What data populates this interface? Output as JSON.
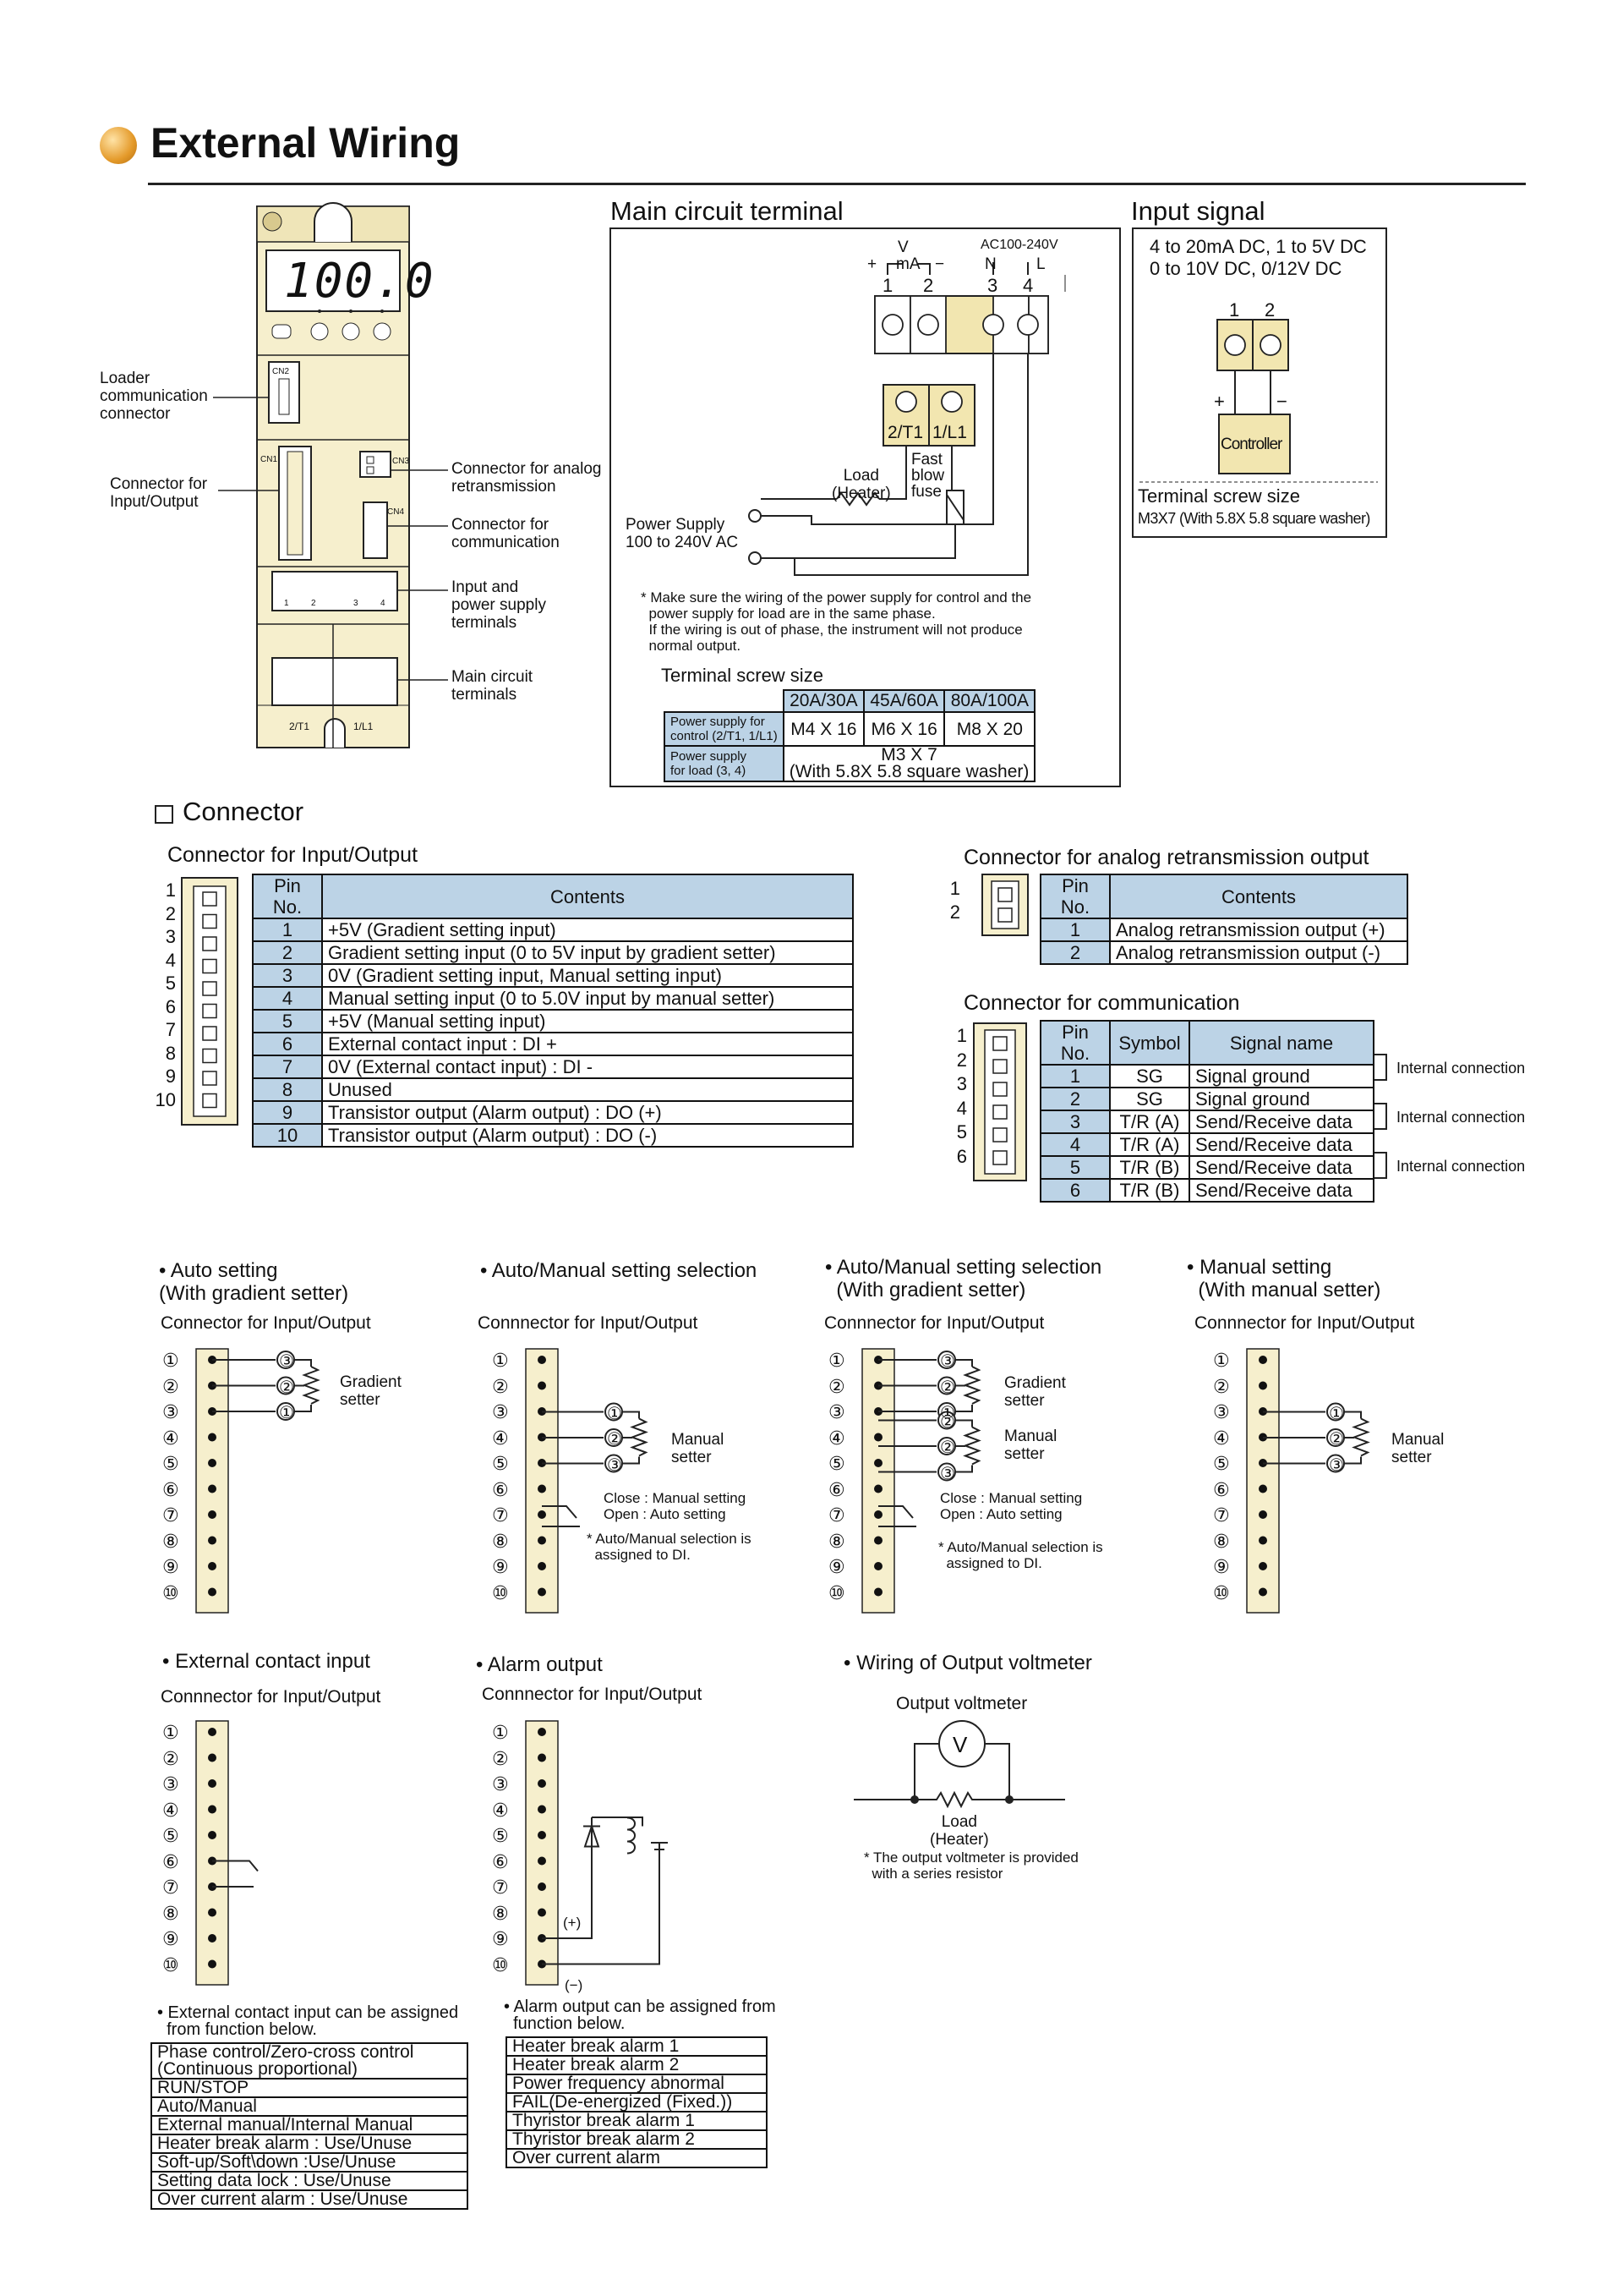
{
  "title": "External Wiring",
  "device": {
    "display": "100.0",
    "cn2": "CN2",
    "cn1": "CN1",
    "cn3": "CN3",
    "cn4": "CN4",
    "terminals_top": [
      "1",
      "2",
      "3",
      "4"
    ],
    "terminals_bottom": [
      "2/T1",
      "1/L1"
    ],
    "callouts": {
      "loader": "Loader\ncommunication\nconnector",
      "io": "Connector for\nInput/Output",
      "analog": "Connector for analog\nretransmission",
      "comm": "Connector for\ncommunication",
      "power": "Input and\npower supply\nterminals",
      "main": "Main circuit\nterminals"
    }
  },
  "main_circuit": {
    "heading": "Main circuit terminal",
    "v_label": "V",
    "ma_label": "mA",
    "plus": "+",
    "minus": "−",
    "ac_label": "AC100-240V",
    "n_label": "N",
    "l_label": "L",
    "pins": [
      "1",
      "2",
      "3",
      "4"
    ],
    "lower_pins": [
      "2/T1",
      "1/L1"
    ],
    "fuse": "Fast\nblow\nfuse",
    "load": "Load\n(Heater)",
    "power_supply": "Power Supply\n100 to 240V AC",
    "note": "* Make sure the wiring of the power supply for control and the\n  power supply for load are in the same phase.\n  If the wiring is out of phase, the instrument will not produce\n  normal output.",
    "screw_heading": "Terminal screw size",
    "screw_cols": [
      "20A/30A",
      "45A/60A",
      "80A/100A"
    ],
    "screw_row1_label": "Power supply for\ncontrol (2/T1, 1/L1)",
    "screw_row1": [
      "M4 X 16",
      "M6 X 16",
      "M8 X 20"
    ],
    "screw_row2_label": "Power supply\nfor load (3, 4)",
    "screw_row2": "M3 X 7\n(With 5.8X 5.8 square washer)"
  },
  "input_signal": {
    "heading": "Input signal",
    "line1": "4 to 20mA DC, 1 to 5V DC",
    "line2": "0 to 10V DC, 0/12V DC",
    "pins": [
      "1",
      "2"
    ],
    "plus": "+",
    "minus": "−",
    "controller": "Controller",
    "screw_heading": "Terminal screw size",
    "screw": "M3X7 (With 5.8X 5.8 square washer)"
  },
  "connector": {
    "heading": "Connector",
    "io_heading": "Connector for Input/Output",
    "io_cols": [
      "Pin No.",
      "Contents"
    ],
    "io_rows": [
      [
        "1",
        "+5V (Gradient setting input)"
      ],
      [
        "2",
        "Gradient setting input (0 to 5V input by gradient setter)"
      ],
      [
        "3",
        "0V (Gradient setting input, Manual setting input)"
      ],
      [
        "4",
        "Manual setting input (0 to 5.0V input by manual setter)"
      ],
      [
        "5",
        "+5V (Manual setting input)"
      ],
      [
        "6",
        "External contact input : DI +"
      ],
      [
        "7",
        "0V (External contact input) : DI -"
      ],
      [
        "8",
        "Unused"
      ],
      [
        "9",
        "Transistor output (Alarm output) : DO (+)"
      ],
      [
        "10",
        "Transistor output (Alarm output) : DO (-)"
      ]
    ],
    "io_side_pins": [
      "1",
      "2",
      "3",
      "4",
      "5",
      "6",
      "7",
      "8",
      "9",
      "10"
    ],
    "analog_heading": "Connector for analog retransmission output",
    "analog_cols": [
      "Pin No.",
      "Contents"
    ],
    "analog_rows": [
      [
        "1",
        "Analog retransmission output (+)"
      ],
      [
        "2",
        "Analog retransmission output (-)"
      ]
    ],
    "analog_side_pins": [
      "1",
      "2"
    ],
    "comm_heading": "Connector for communication",
    "comm_cols": [
      "Pin No.",
      "Symbol",
      "Signal name"
    ],
    "comm_rows": [
      [
        "1",
        "SG",
        "Signal ground"
      ],
      [
        "2",
        "SG",
        "Signal ground"
      ],
      [
        "3",
        "T/R (A)",
        "Send/Receive data"
      ],
      [
        "4",
        "T/R (A)",
        "Send/Receive data"
      ],
      [
        "5",
        "T/R (B)",
        "Send/Receive data"
      ],
      [
        "6",
        "T/R (B)",
        "Send/Receive data"
      ]
    ],
    "comm_side_pins": [
      "1",
      "2",
      "3",
      "4",
      "5",
      "6"
    ],
    "internal": "Internal connection"
  },
  "examples": {
    "connector_label": "Connnector for Input/Output",
    "connector_label_first": "Connector for Input/Output",
    "circled": [
      "①",
      "②",
      "③",
      "④",
      "⑤",
      "⑥",
      "⑦",
      "⑧",
      "⑨",
      "⑩"
    ],
    "auto": {
      "title": "• Auto setting\n(With gradient setter)",
      "setter": "Gradient\nsetter"
    },
    "am": {
      "title": "• Auto/Manual setting selection",
      "setter": "Manual\nsetter",
      "switch": "Close : Manual setting\nOpen : Auto setting",
      "note": "* Auto/Manual selection is\n  assigned to DI."
    },
    "amg": {
      "title": "• Auto/Manual setting selection\n  (With gradient setter)",
      "setter1": "Gradient\nsetter",
      "setter2": "Manual\nsetter",
      "switch": "Close : Manual setting\nOpen : Auto setting",
      "note": "* Auto/Manual selection is\n  assigned to DI."
    },
    "manual": {
      "title": "• Manual setting\n  (With manual setter)",
      "setter": "Manual\nsetter"
    },
    "ext": {
      "title": "• External contact input",
      "note": "• External contact input can be assigned\n  from function below.",
      "list": [
        "Phase control/Zero-cross control\n(Continuous proportional)",
        "RUN/STOP",
        "Auto/Manual",
        "External manual/Internal Manual",
        "Heater break alarm : Use/Unuse",
        "Soft-up/Soft\\down :Use/Unuse",
        "Setting data lock : Use/Unuse",
        "Over current alarm : Use/Unuse"
      ]
    },
    "alarm": {
      "title": "• Alarm output",
      "plus": "(+)",
      "minus": "(−)",
      "note": "• Alarm output can be assigned from\n  function below.",
      "list": [
        "Heater break alarm 1",
        "Heater break alarm 2",
        "Power frequency abnormal",
        "FAIL(De-energized (Fixed.))",
        "Thyristor break alarm 1",
        "Thyristor break alarm 2",
        "Over current alarm"
      ]
    },
    "volt": {
      "title": "• Wiring of Output voltmeter",
      "label": "Output voltmeter",
      "v": "V",
      "load": "Load\n(Heater)",
      "note": "* The output voltmeter is provided\n  with a series resistor"
    }
  }
}
